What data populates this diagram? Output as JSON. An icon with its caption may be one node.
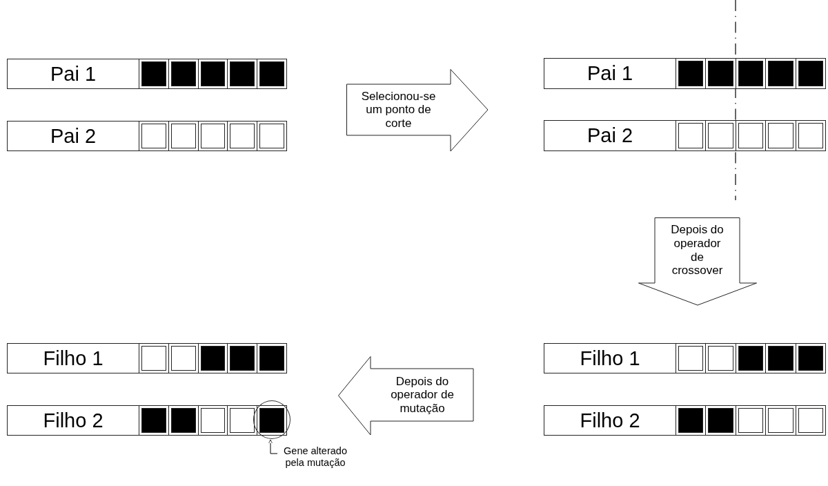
{
  "diagram": {
    "nodes": [
      {
        "text": [
          "Pai 1"
        ]
      },
      {
        "text": [
          "Pai 2"
        ]
      },
      {
        "text": [
          "Selecionou-se um ponto de corte"
        ]
      },
      {
        "text": [
          "Pai 1"
        ]
      },
      {
        "text": [
          "Pai 2"
        ]
      },
      {
        "text": [
          "Depois do operador de crossover"
        ]
      },
      {
        "text": [
          "Filho 1"
        ]
      },
      {
        "text": [
          "Filho 2"
        ]
      },
      {
        "text": [],
        "shape": "circle"
      },
      {
        "text": [
          "Depois do operador de mutação"
        ]
      },
      {
        "text": [
          "Filho 1"
        ]
      },
      {
        "text": [
          "Filho 2"
        ]
      },
      {
        "text": [
          "Gene alterado pela mutação"
        ]
      }
    ],
    "edges": [
      {
        "from": 12,
        "to": 8,
        "arrow": "to"
      }
    ]
  }
}
